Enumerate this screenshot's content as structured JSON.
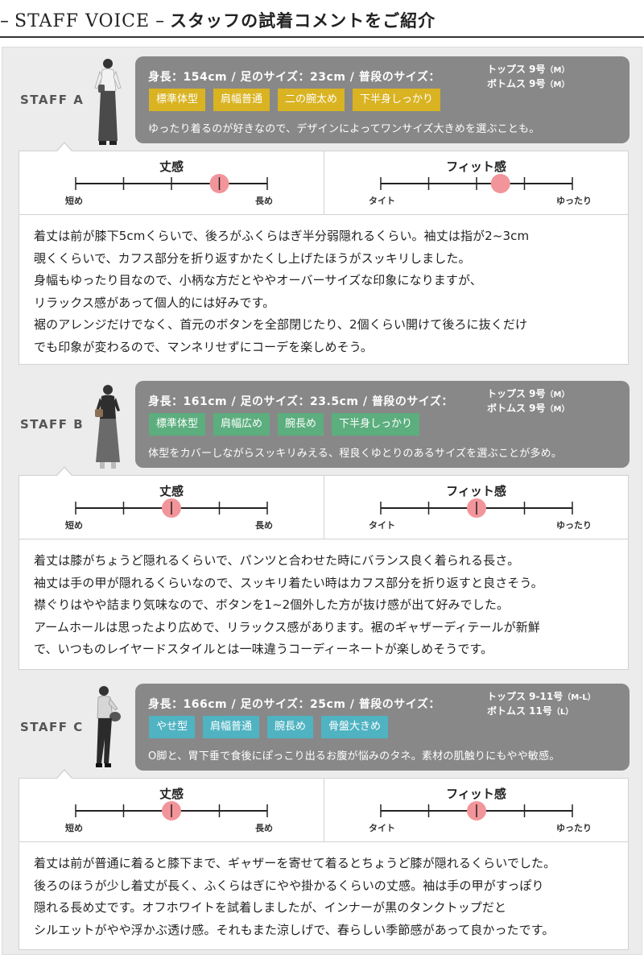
{
  "header": {
    "title_en": "STAFF VOICE",
    "title_jp": "スタッフの試着コメントをご紹介"
  },
  "scale_labels": {
    "length_title": "丈感",
    "length_lo": "短め",
    "length_hi": "長め",
    "fit_title": "フィット感",
    "fit_lo": "タイト",
    "fit_hi": "ゆったり"
  },
  "colors": {
    "marker": "#f2959a",
    "tag_a": "#d9b321",
    "tag_b": "#5cae7e",
    "tag_c": "#4fb3c2",
    "info_bg": "#888888"
  },
  "staff": [
    {
      "label": "STAFF A",
      "info_line": "身長：154cm / 足のサイズ：23cm / 普段のサイズ：",
      "tops": "トップス 9号",
      "tops_size": "（M）",
      "bottoms": "ボトムス 9号",
      "bottoms_size": "（M）",
      "tags": [
        "標準体型",
        "肩幅普通",
        "二の腕太め",
        "下半身しっかり"
      ],
      "desc": "ゆったり着るのが好きなので、デザインによってワンサイズ大きめを選ぶことも。",
      "length_level": 0.75,
      "fit_level": 0.625,
      "comment": [
        "着丈は前が膝下5cmくらいで、後ろがふくらはぎ半分弱隠れるくらい。袖丈は指が2~3cm",
        "覗くくらいで、カフス部分を折り返すかたくし上げたほうがスッキリしました。",
        "身幅もゆったり目なので、小柄な方だとややオーバーサイズな印象になりますが、",
        "リラックス感があって個人的には好みです。",
        "裾のアレンジだけでなく、首元のボタンを全部閉じたり、2個くらい開けて後ろに抜くだけ",
        "でも印象が変わるので、マンネリせずにコーデを楽しめそう。"
      ]
    },
    {
      "label": "STAFF B",
      "info_line": "身長：161cm / 足のサイズ：23.5cm / 普段のサイズ：",
      "tops": "トップス 9号",
      "tops_size": "（M）",
      "bottoms": "ボトムス 9号",
      "bottoms_size": "（M）",
      "tags": [
        "標準体型",
        "肩幅広め",
        "腕長め",
        "下半身しっかり"
      ],
      "desc": "体型をカバーしながらスッキリみえる、程良くゆとりのあるサイズを選ぶことが多め。",
      "length_level": 0.5,
      "fit_level": 0.5,
      "comment": [
        "着丈は膝がちょうど隠れるくらいで、パンツと合わせた時にバランス良く着られる長さ。",
        "袖丈は手の甲が隠れるくらいなので、スッキリ着たい時はカフス部分を折り返すと良さそう。",
        "襟ぐりはやや詰まり気味なので、ボタンを1~2個外した方が抜け感が出て好みでした。",
        "アームホールは思ったより広めで、リラックス感があります。裾のギャザーディテールが新鮮",
        "で、いつものレイヤードスタイルとは一味違うコーディーネートが楽しめそうです。"
      ]
    },
    {
      "label": "STAFF C",
      "info_line": "身長：166cm / 足のサイズ：25cm / 普段のサイズ：",
      "tops": "トップス 9-11号",
      "tops_size": "（M-L）",
      "bottoms": "ボトムス 11号",
      "bottoms_size": "（L）",
      "tags": [
        "やせ型",
        "肩幅普通",
        "腕長め",
        "骨盤大きめ"
      ],
      "desc": "O脚と、胃下垂で食後にぽっこり出るお腹が悩みのタネ。素材の肌触りにもやや敏感。",
      "length_level": 0.5,
      "fit_level": 0.5,
      "comment": [
        "着丈は前が普通に着ると膝下まで、ギャザーを寄せて着るとちょうど膝が隠れるくらいでした。",
        "後ろのほうが少し着丈が長く、ふくらはぎにやや掛かるくらいの丈感。袖は手の甲がすっぽり",
        "隠れる長め丈です。オフホワイトを試着しましたが、インナーが黒のタンクトップだと",
        "シルエットがやや浮かぶ透け感。それもまた涼しげで、春らしい季節感があって良かったです。"
      ]
    }
  ]
}
